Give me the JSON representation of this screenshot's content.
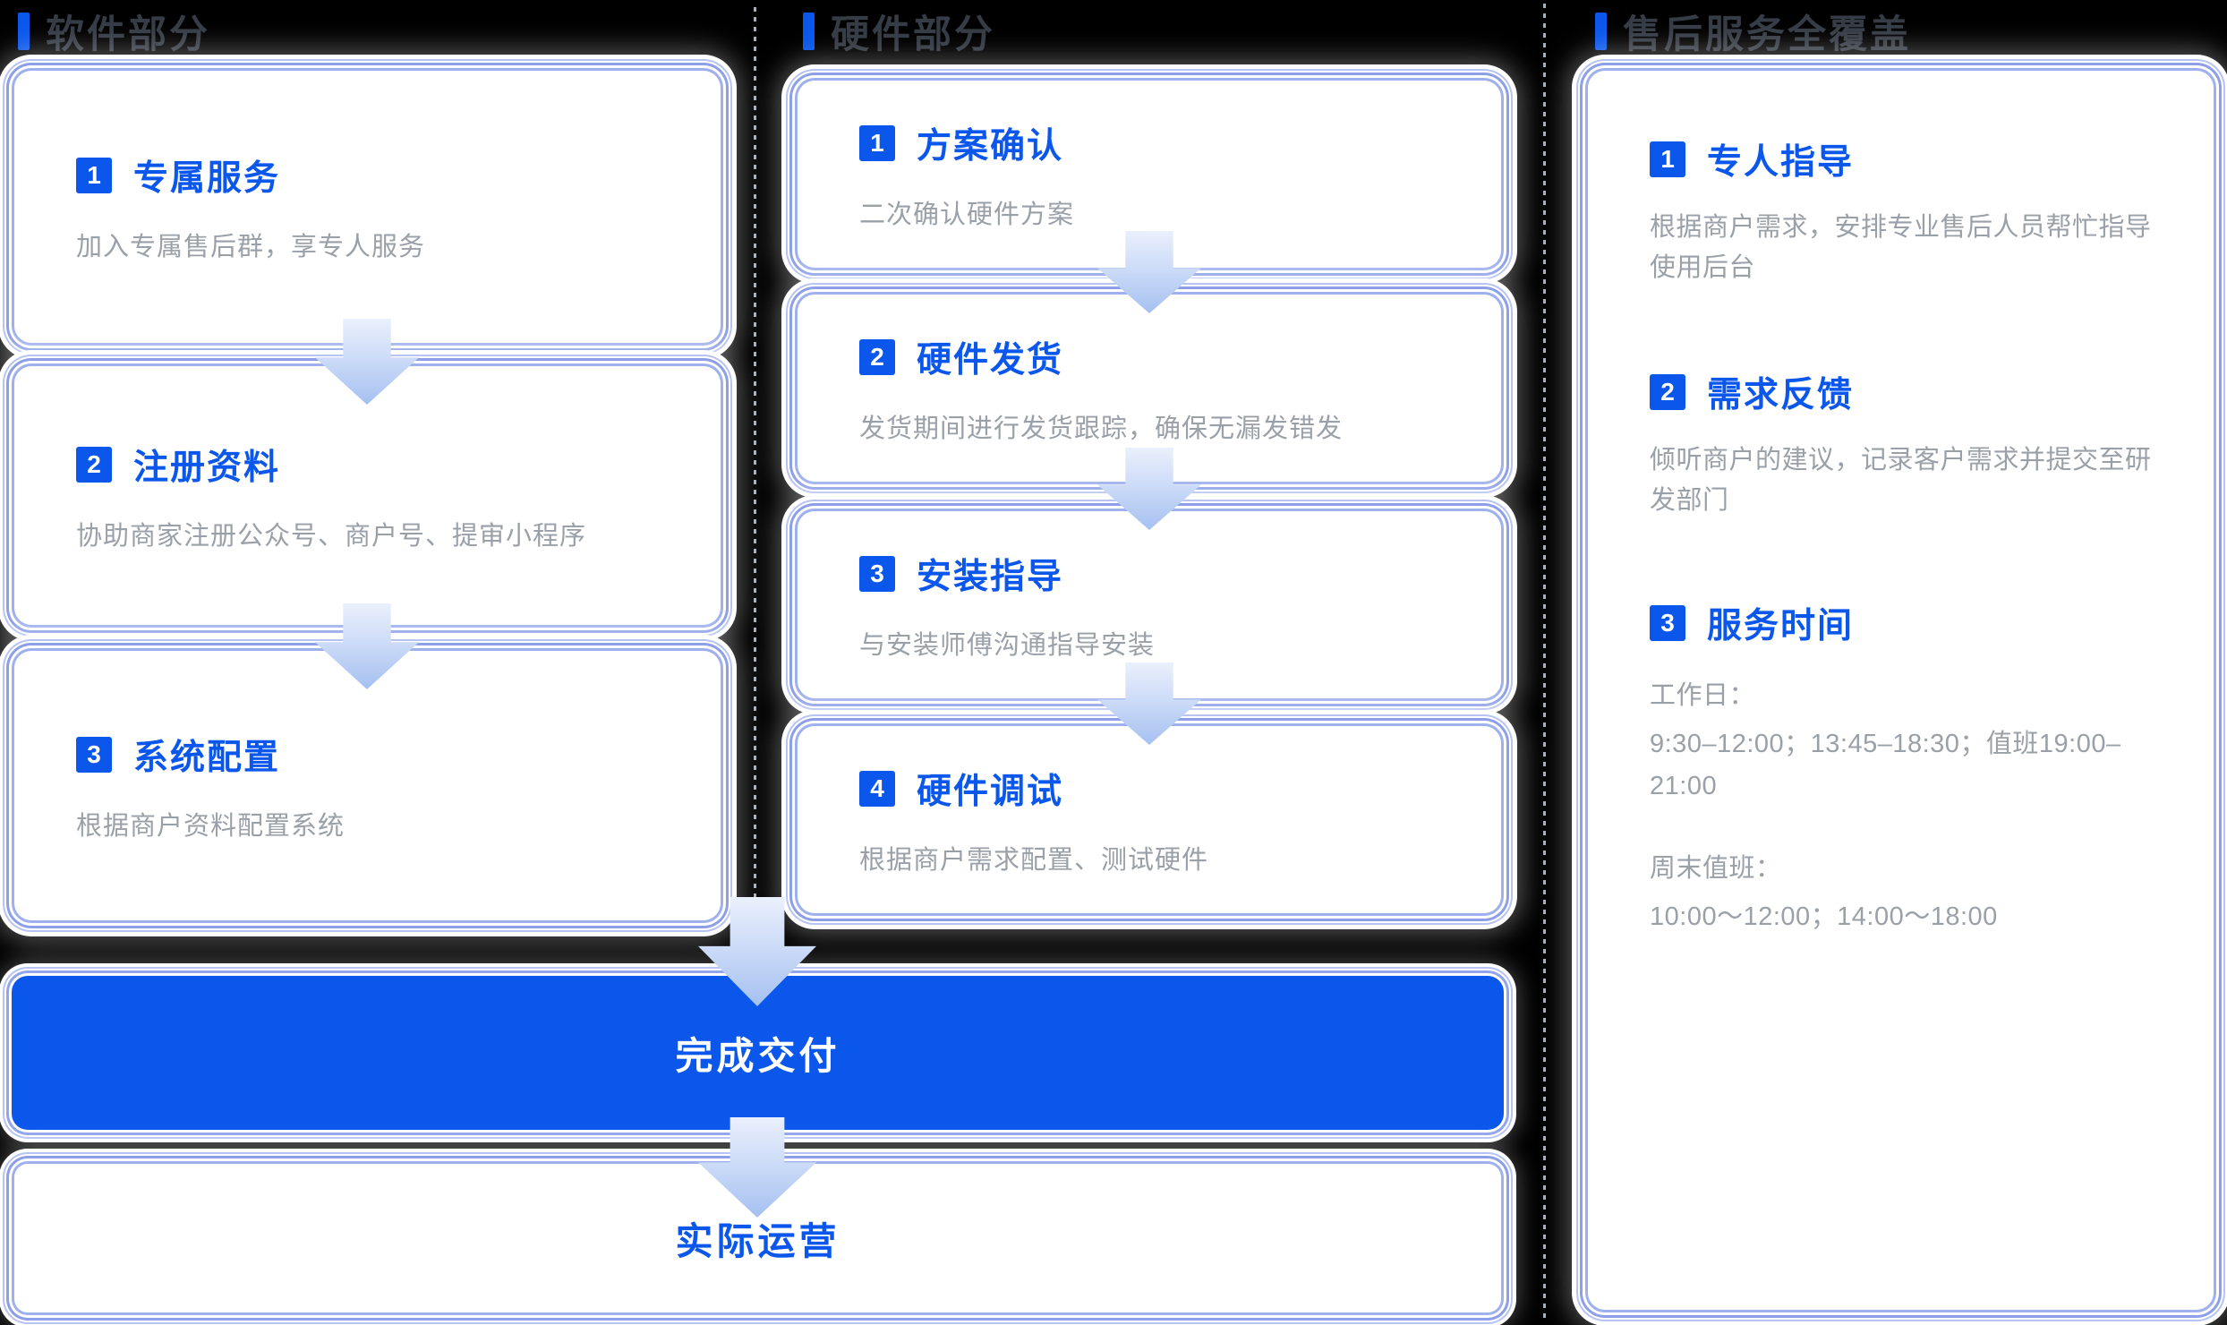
{
  "colors": {
    "background": "#000000",
    "accent_blue": "#0b57ec",
    "card_border_blue": "#8d9fe8",
    "desc_gray": "#9aa0a8",
    "header_dark": "#363c46"
  },
  "columns": [
    {
      "header": "软件部分",
      "cards": [
        {
          "num": "1",
          "title": "专属服务",
          "desc": "加入专属售后群，享专人服务"
        },
        {
          "num": "2",
          "title": "注册资料",
          "desc": "协助商家注册公众号、商户号、提审小程序"
        },
        {
          "num": "3",
          "title": "系统配置",
          "desc": "根据商户资料配置系统"
        }
      ]
    },
    {
      "header": "硬件部分",
      "cards": [
        {
          "num": "1",
          "title": "方案确认",
          "desc": "二次确认硬件方案"
        },
        {
          "num": "2",
          "title": "硬件发货",
          "desc": "发货期间进行发货跟踪，确保无漏发错发"
        },
        {
          "num": "3",
          "title": "安装指导",
          "desc": "与安装师傅沟通指导安装"
        },
        {
          "num": "4",
          "title": "硬件调试",
          "desc": "根据商户需求配置、测试硬件"
        }
      ]
    },
    {
      "header": "售后服务全覆盖",
      "items": [
        {
          "num": "1",
          "title": "专人指导",
          "desc": "根据商户需求，安排专业售后人员帮忙指导使用后台"
        },
        {
          "num": "2",
          "title": "需求反馈",
          "desc": "倾听商户的建议，记录客户需求并提交至研发部门"
        },
        {
          "num": "3",
          "title": "服务时间",
          "schedule": [
            {
              "label": "工作日：",
              "value": "9:30–12:00；13:45–18:30；值班19:00–21:00"
            },
            {
              "label": "周末值班：",
              "value": "10:00～12:00；14:00～18:00"
            }
          ]
        }
      ]
    }
  ],
  "flow": {
    "delivery": "完成交付",
    "operation": "实际运营"
  }
}
